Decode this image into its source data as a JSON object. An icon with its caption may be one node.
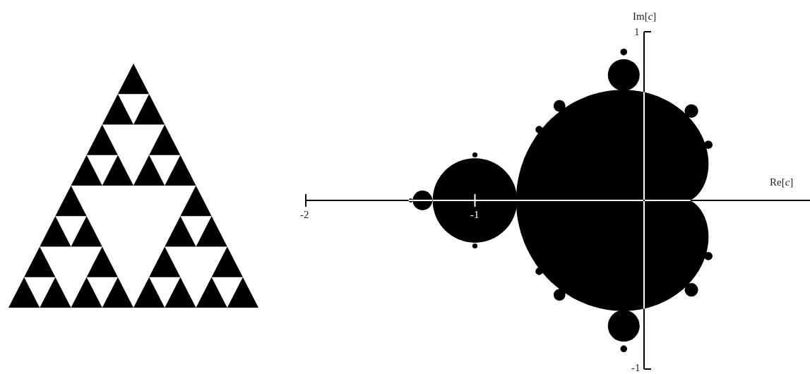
{
  "diagram": {
    "labels": [
      "Im[*c*]",
      "1",
      "Re[*c*]",
      "-2",
      "-1",
      "-1"
    ]
  }
}
